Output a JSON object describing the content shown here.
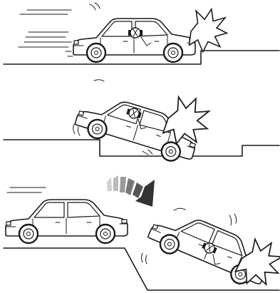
{
  "figure": {
    "panels": [
      {
        "id": "impact-on-step",
        "label": ""
      },
      {
        "id": "drop-into-pothole",
        "label": ""
      },
      {
        "id": "fall-off-ledge",
        "label": ""
      }
    ],
    "colors": {
      "line": "#1a1a1a",
      "background": "#ffffff",
      "arrow_dark": "#444444",
      "arrow_light": "#bbbbbb"
    },
    "icons": [
      "car-icon",
      "impact-burst-icon",
      "airbag-sensor-icon",
      "speed-lines-icon",
      "fall-arrow-icon"
    ]
  }
}
